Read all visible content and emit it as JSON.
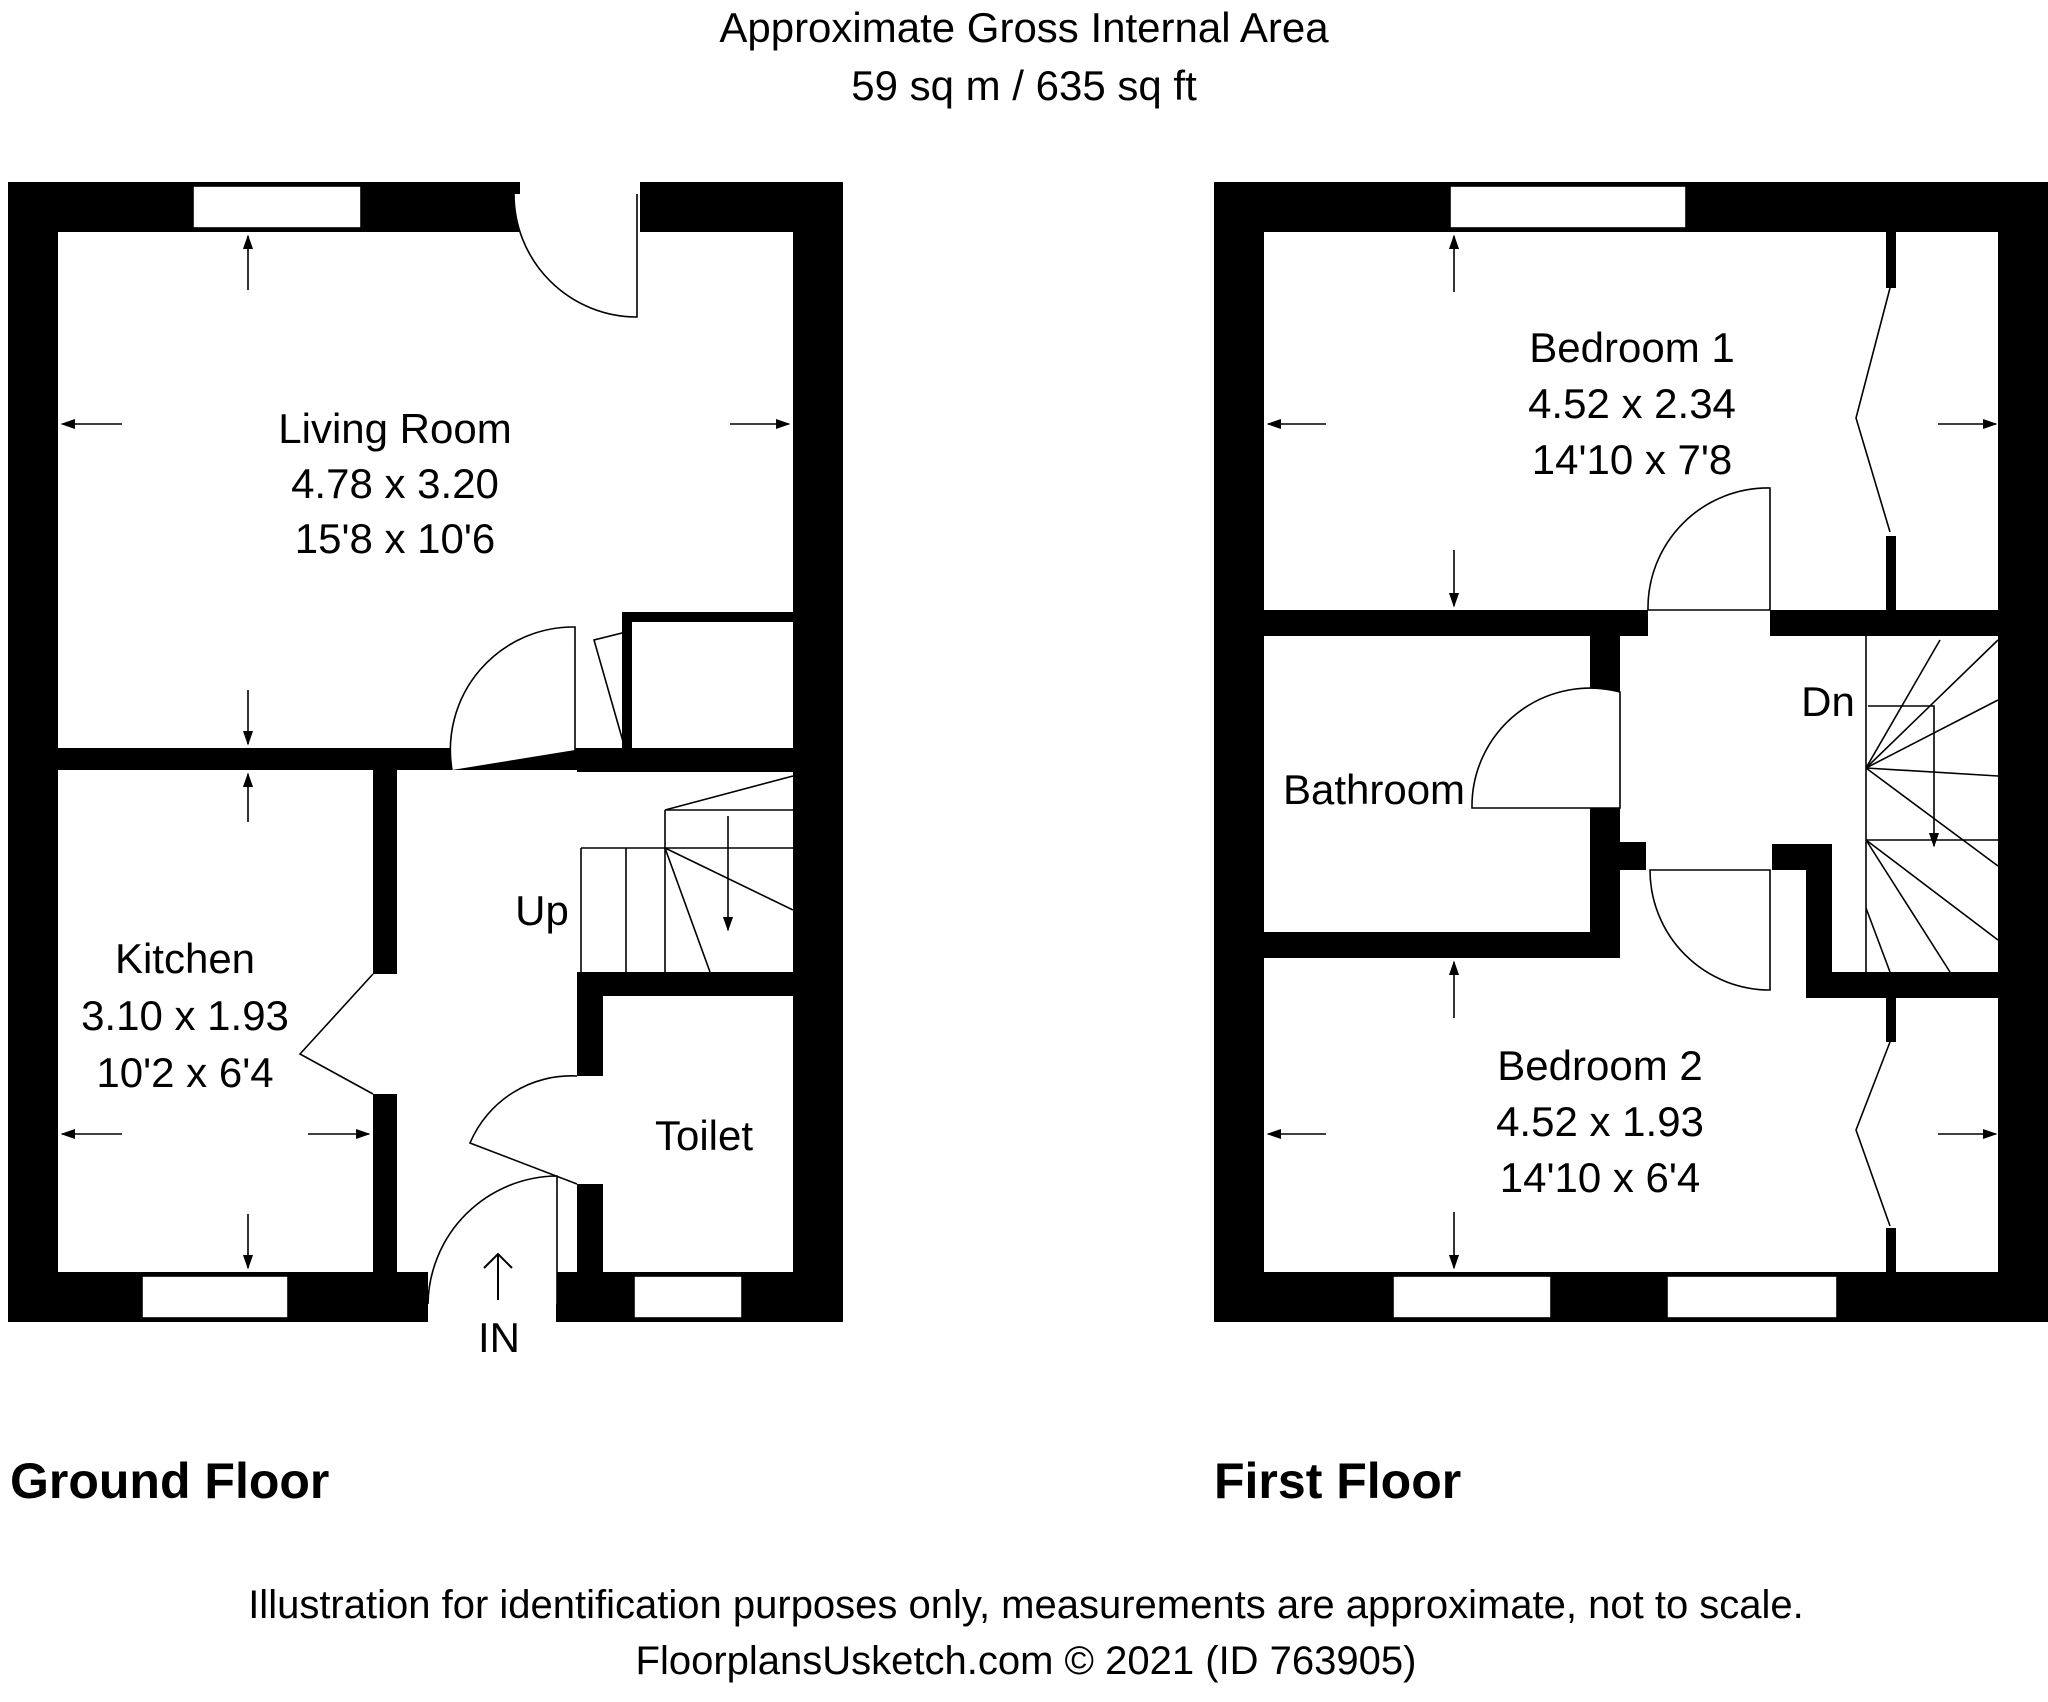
{
  "header": {
    "title": "Approximate Gross Internal Area",
    "area": "59 sq m / 635 sq ft"
  },
  "ground_floor": {
    "title": "Ground Floor",
    "living_room": {
      "name": "Living Room",
      "metric": "4.78 x 3.20",
      "imperial": "15'8 x 10'6"
    },
    "kitchen": {
      "name": "Kitchen",
      "metric": "3.10 x 1.93",
      "imperial": "10'2 x 6'4"
    },
    "toilet": {
      "name": "Toilet"
    },
    "stairs_label": "Up",
    "entrance_label": "IN"
  },
  "first_floor": {
    "title": "First Floor",
    "bedroom1": {
      "name": "Bedroom 1",
      "metric": "4.52 x 2.34",
      "imperial": "14'10 x 7'8"
    },
    "bedroom2": {
      "name": "Bedroom 2",
      "metric": "4.52 x 1.93",
      "imperial": "14'10 x 6'4"
    },
    "bathroom": {
      "name": "Bathroom"
    },
    "stairs_label": "Dn"
  },
  "footer": {
    "disclaimer": "Illustration for identification purposes only, measurements are approximate, not to scale.",
    "credit": "FloorplansUsketch.com © 2021 (ID 763905)"
  }
}
